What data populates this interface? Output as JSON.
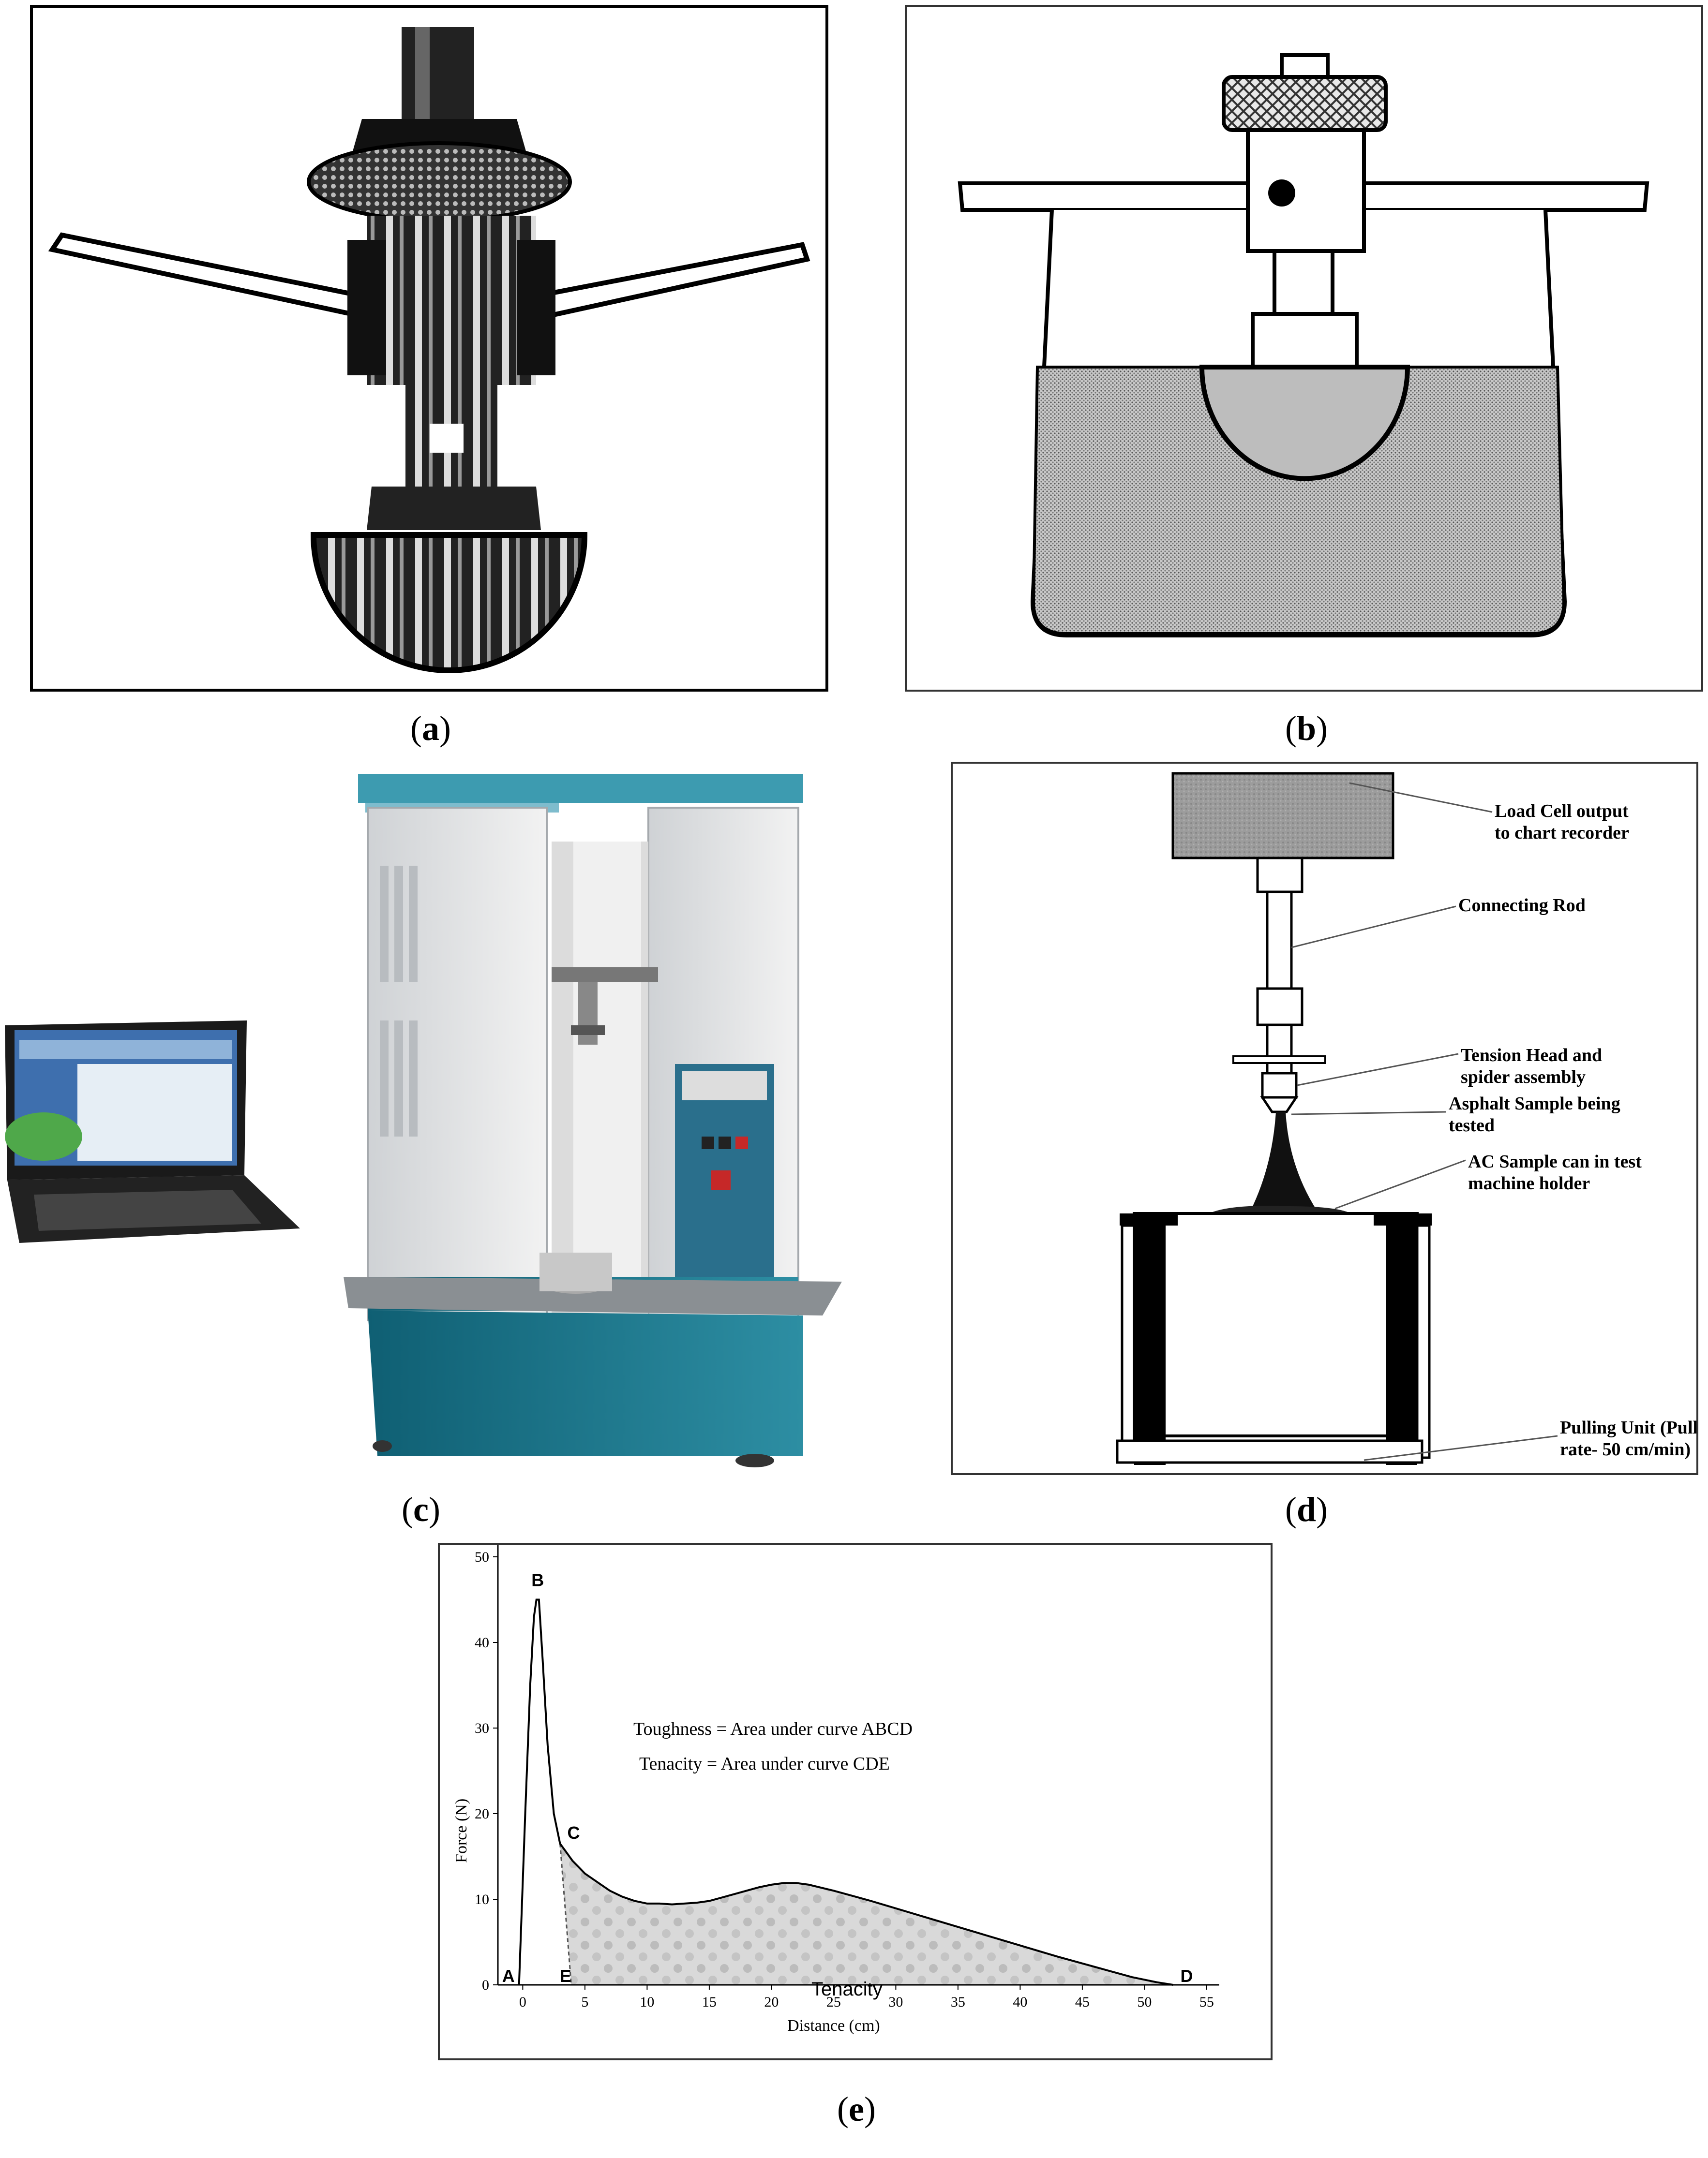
{
  "figure": {
    "captions": [
      "a",
      "b",
      "c",
      "d",
      "e"
    ],
    "panel_d": {
      "labels": [
        "Load Cell output",
        "to chart recorder",
        "Connecting Rod",
        "Tension Head and",
        "spider assembly",
        "Asphalt Sample being",
        "tested",
        "AC Sample can in test",
        "machine holder",
        "Pulling Unit (Pull",
        "rate- 50 cm/min)"
      ]
    },
    "panel_e": {
      "toughness_text": "Toughness = Area under curve ABCD",
      "tenacity_text": "Tenacity    = Area under curve CDE",
      "fill_label": "Tenacity",
      "point_labels": [
        "A",
        "B",
        "C",
        "D",
        "E"
      ]
    }
  },
  "chart_data": {
    "type": "area",
    "title": "",
    "xlabel": "Distance (cm)",
    "ylabel": "Force (N)",
    "xlim": [
      -2,
      56
    ],
    "ylim": [
      0,
      52
    ],
    "xticks": [
      0,
      5,
      10,
      15,
      20,
      25,
      30,
      35,
      40,
      45,
      50,
      55
    ],
    "yticks": [
      0,
      10,
      20,
      30,
      40,
      50
    ],
    "series": [
      {
        "x": [
          -0.3,
          0.2,
          0.6,
          0.9,
          1.1,
          1.3,
          1.6,
          2.0,
          2.5,
          3.0,
          3.5,
          4.0,
          5.0,
          6.0,
          7.0,
          8.0,
          9.0,
          10.0,
          11.0,
          12.0,
          13.0,
          14.0,
          15.0,
          16.0,
          17.0,
          18.0,
          19.0,
          20.0,
          21.0,
          22.0,
          23.0,
          25.0,
          28.0,
          31.0,
          34.0,
          37.0,
          40.0,
          43.0,
          46.0,
          49.0,
          51.0,
          52.3
        ],
        "y": [
          0,
          20,
          35,
          43,
          45,
          45,
          38,
          28,
          20,
          16.5,
          15.5,
          14.5,
          13.0,
          12.0,
          11.0,
          10.3,
          9.8,
          9.5,
          9.5,
          9.4,
          9.5,
          9.6,
          9.8,
          10.2,
          10.6,
          11.0,
          11.4,
          11.7,
          11.9,
          11.9,
          11.7,
          11.0,
          9.8,
          8.5,
          7.2,
          5.9,
          4.6,
          3.3,
          2.1,
          0.9,
          0.3,
          0
        ]
      }
    ],
    "points": [
      {
        "label": "A",
        "x": -0.3,
        "y": 0
      },
      {
        "label": "B",
        "x": 1.2,
        "y": 45
      },
      {
        "label": "C",
        "x": 3.0,
        "y": 16.5
      },
      {
        "label": "E",
        "x": 3.9,
        "y": 0
      },
      {
        "label": "D",
        "x": 52.3,
        "y": 0
      }
    ],
    "annotations": [
      "Toughness = Area under curve ABCD",
      "Tenacity    = Area under curve CDE",
      "Tenacity"
    ],
    "grid": false,
    "legend": "none"
  }
}
